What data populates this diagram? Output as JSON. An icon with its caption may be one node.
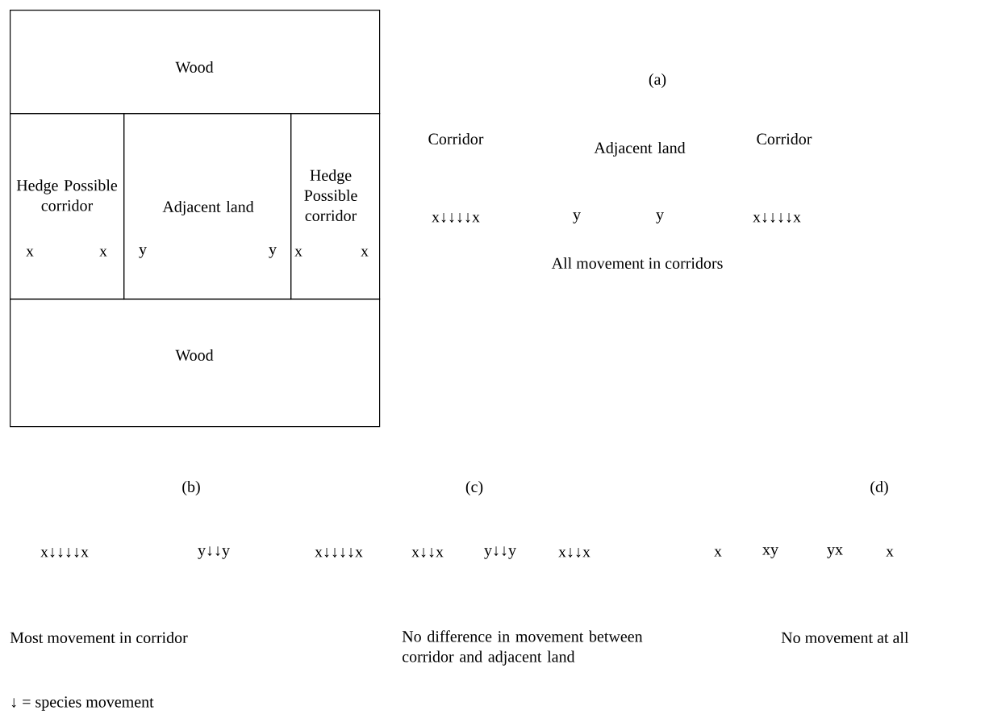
{
  "diagram": {
    "nodes": [
      {
        "text": [
          "Wood"
        ]
      },
      {
        "text": [
          "Hedge Possible corridor",
          "x",
          "x"
        ]
      },
      {
        "text": [
          "Adjacent land",
          "y",
          "y"
        ]
      },
      {
        "text": [
          "Hedge Possible corridor",
          "x",
          "x"
        ]
      },
      {
        "text": [
          "Wood"
        ]
      }
    ],
    "labels": [
      "(a)",
      "Corridor",
      "Adjacent land",
      "Corridor",
      "x↓↓↓↓x",
      "y",
      "y",
      "x↓↓↓↓x",
      "All movement in corridors",
      "(b)",
      "(c)",
      "(d)",
      "x↓↓↓↓x",
      "y↓↓y",
      "x↓↓↓↓x",
      "x↓↓x",
      "y↓↓y",
      "x↓↓x",
      "x",
      "xy",
      "yx",
      "x",
      "Most movement in corridor",
      "No difference in movement between corridor and adjacent land",
      "No movement at all",
      "↓ = species movement"
    ]
  }
}
